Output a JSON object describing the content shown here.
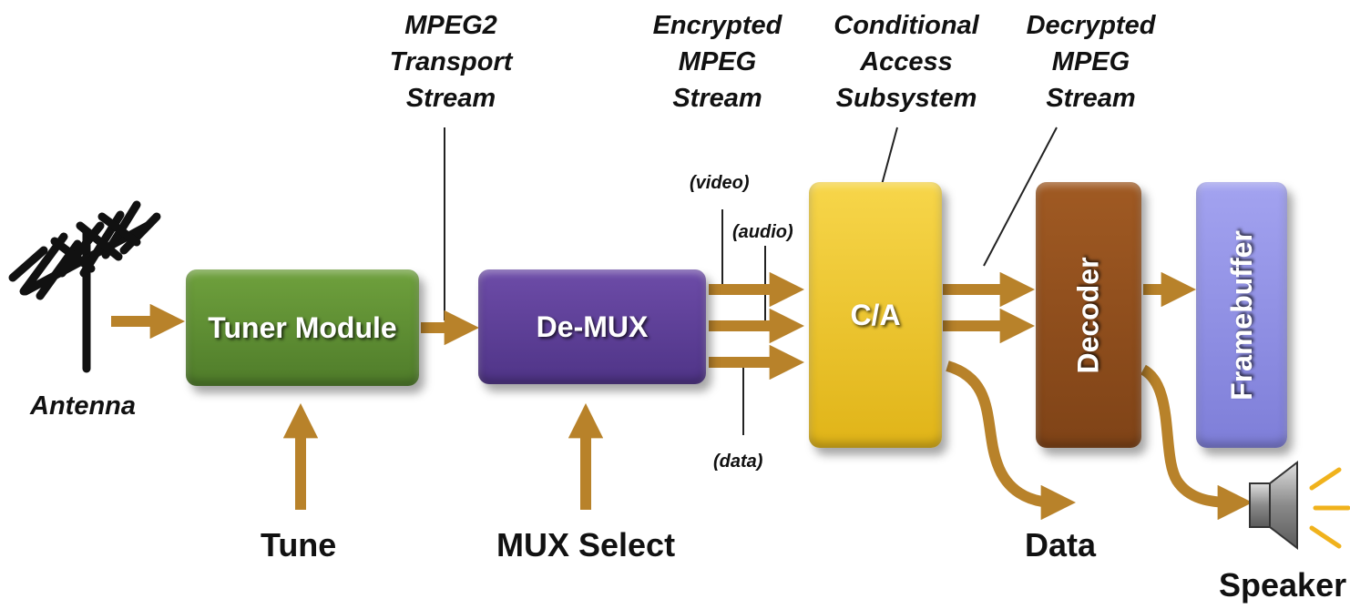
{
  "diagram": {
    "captions": {
      "transport_stream": [
        "MPEG2",
        "Transport",
        "Stream"
      ],
      "encrypted_stream": [
        "Encrypted",
        "MPEG",
        "Stream"
      ],
      "conditional_access": [
        "Conditional",
        "Access",
        "Subsystem"
      ],
      "decrypted_stream": [
        "Decrypted",
        "MPEG",
        "Stream"
      ]
    },
    "blocks": {
      "tuner": "Tuner Module",
      "demux": "De-MUX",
      "ca": "C/A",
      "decoder": "Decoder",
      "framebuffer": "Framebuffer"
    },
    "streams": {
      "video": "(video)",
      "audio": "(audio)",
      "data": "(data)"
    },
    "io": {
      "antenna": "Antenna",
      "tune": "Tune",
      "mux_select": "MUX Select",
      "data": "Data",
      "speaker": "Speaker"
    },
    "colors": {
      "arrow": "#b8822a",
      "tuner": "#5f8f34",
      "demux": "#5e3f97",
      "ca": "#f1c62b",
      "decoder": "#8f4f1d",
      "framebuffer": "#8f8fe6"
    }
  }
}
